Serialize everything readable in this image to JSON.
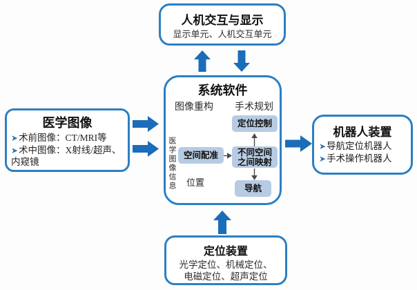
{
  "colors": {
    "box_border": "#2b7fc3",
    "block_arrow": "#1a6db8",
    "node_fill": "#b7cbe3",
    "bullet": "#2e75b6",
    "text": "#1a1a1a"
  },
  "top_box": {
    "title": "人机交互与显示",
    "subtitle": "显示单元、人机交互单元"
  },
  "left_box": {
    "title": "医学图像",
    "bullet": "➤",
    "items": [
      "术前图像：CT/MRI等",
      "术中图像：X射线/超声、内窥镜"
    ]
  },
  "right_box": {
    "title": "机器人装置",
    "bullet": "➤",
    "items": [
      "导航定位机器人",
      "手术操作机器人"
    ]
  },
  "bottom_box": {
    "title": "定位装置",
    "line1": "光学定位、机械定位、",
    "line2": "电磁定位、超声定位"
  },
  "center_box": {
    "title": "系统软件",
    "label_left": "图像重构",
    "label_right": "手术规划",
    "vertical_label": "医学图像信息",
    "position_label": "位置",
    "node_control": "定位控制",
    "node_registration": "空间配准",
    "node_mapping": "不同空间\n之间映射",
    "node_navigation": "导航"
  }
}
